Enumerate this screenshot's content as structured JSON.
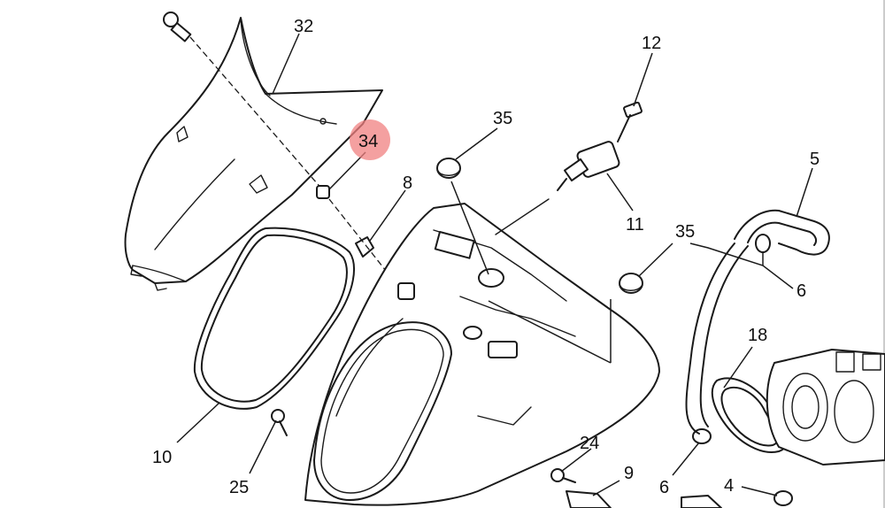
{
  "diagram": {
    "highlight_color": "#f08080",
    "line_color": "#1a1a1a",
    "selected_callout": "34",
    "callouts": [
      "32",
      "34",
      "35",
      "12",
      "8",
      "11",
      "5",
      "35",
      "6",
      "18",
      "10",
      "25",
      "24",
      "9",
      "6",
      "4"
    ]
  }
}
